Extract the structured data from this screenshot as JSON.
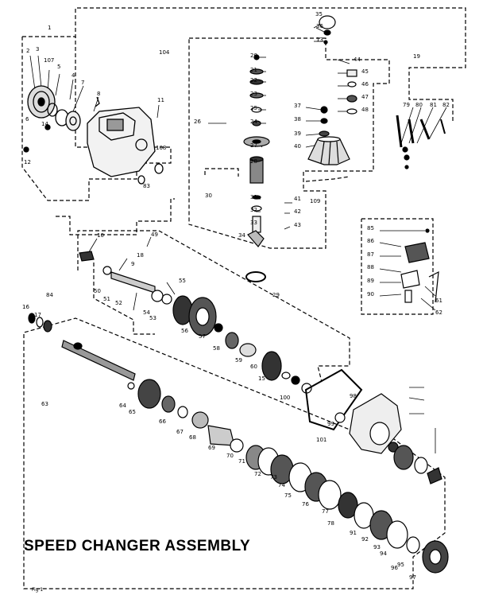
{
  "diagram": {
    "title": "SPEED CHANGER ASSEMBLY",
    "corner_mark": "Fig 1",
    "callouts": [
      "1",
      "2",
      "3",
      "107",
      "5",
      "4",
      "7",
      "6",
      "14",
      "12",
      "8",
      "11",
      "108",
      "83",
      "104",
      "20",
      "21",
      "22",
      "23",
      "25",
      "24",
      "26",
      "27",
      "28",
      "30",
      "31",
      "32",
      "33",
      "34",
      "29",
      "35",
      "36",
      "13",
      "44",
      "19",
      "45",
      "46",
      "47",
      "48",
      "37",
      "38",
      "39",
      "40",
      "79",
      "80",
      "81",
      "82",
      "41",
      "42",
      "43",
      "109",
      "10",
      "49",
      "18",
      "9",
      "50",
      "51",
      "52",
      "53",
      "54",
      "55",
      "56",
      "57",
      "58",
      "59",
      "60",
      "15",
      "16",
      "17",
      "84",
      "85",
      "86",
      "87",
      "88",
      "89",
      "90",
      "61",
      "62",
      "63",
      "64",
      "65",
      "66",
      "67",
      "68",
      "69",
      "70",
      "71",
      "72",
      "73",
      "74",
      "75",
      "76",
      "77",
      "78",
      "91",
      "92",
      "93",
      "94",
      "95",
      "96",
      "97",
      "98",
      "99",
      "100",
      "101"
    ]
  }
}
